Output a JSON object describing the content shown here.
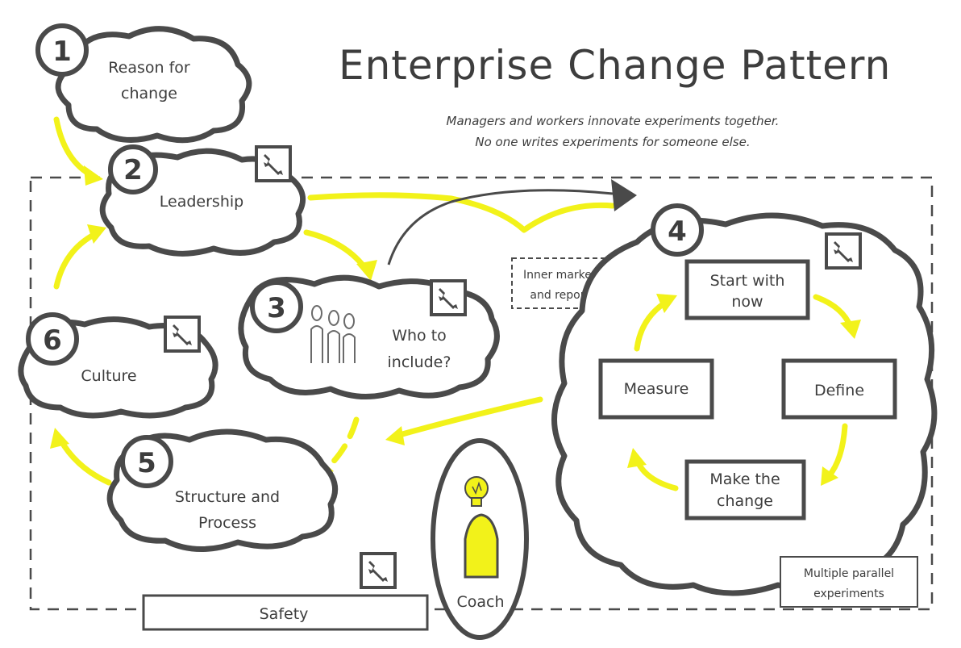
{
  "title": "Enterprise Change Pattern",
  "subtitle": {
    "line1": "Managers and workers innovate experiments together.",
    "line2": "No one writes experiments for someone else."
  },
  "steps": [
    {
      "number": "1",
      "label_lines": [
        "Reason for",
        "change"
      ]
    },
    {
      "number": "2",
      "label_lines": [
        "Leadership"
      ]
    },
    {
      "number": "3",
      "label_lines": [
        "Who to",
        "include?"
      ]
    },
    {
      "number": "4",
      "label_lines": []
    },
    {
      "number": "5",
      "label_lines": [
        "Structure and",
        "Process"
      ]
    },
    {
      "number": "6",
      "label_lines": [
        "Culture"
      ]
    }
  ],
  "inner_marketing": [
    "Inner marketing",
    "and reporting"
  ],
  "cycle": {
    "start": [
      "Start with",
      "now"
    ],
    "define": "Define",
    "make": [
      "Make the",
      "change"
    ],
    "measure": "Measure"
  },
  "parallel": [
    "Multiple parallel",
    "experiments"
  ],
  "safety": "Safety",
  "coach": "Coach",
  "colors": {
    "accent": "#f2f21a",
    "ink": "#4a4a4a"
  },
  "icons": [
    "wrench-icon",
    "lightbulb-icon",
    "people-icon"
  ]
}
